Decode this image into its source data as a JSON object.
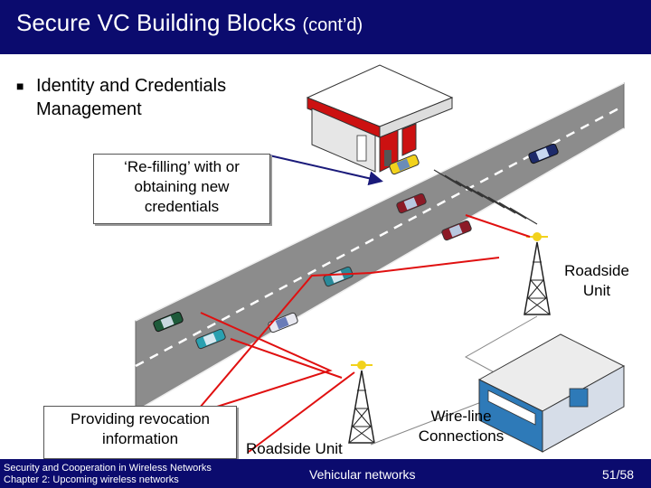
{
  "header": {
    "title_main": "Secure VC Building Blocks",
    "title_suffix": "(cont’d)"
  },
  "bullet": {
    "text_line1": "Identity and Credentials",
    "text_line2": "Management"
  },
  "callouts": {
    "refill": {
      "line1": "‘Re-filling’ with or",
      "line2": "obtaining new",
      "line3": "credentials"
    },
    "revocation": {
      "line1": "Providing revocation",
      "line2": "information"
    }
  },
  "labels": {
    "roadside_unit_right_line1": "Roadside",
    "roadside_unit_right_line2": "Unit",
    "roadside_unit_center": "Roadside Unit",
    "wireline_line1": "Wire-line",
    "wireline_line2": "Connections"
  },
  "footer": {
    "course_line1": "Security and Cooperation in Wireless Networks",
    "course_line2": "Chapter 2: Upcoming wireless networks",
    "center": "Vehicular networks",
    "page": "51/58"
  },
  "colors": {
    "header_bg": "#0b0b6e",
    "road": "#8c8c8c",
    "arrow_red": "#e01010",
    "arrow_blue": "#1a1a7a",
    "station_red": "#cc1111",
    "building_blue": "#2e7ab8"
  }
}
